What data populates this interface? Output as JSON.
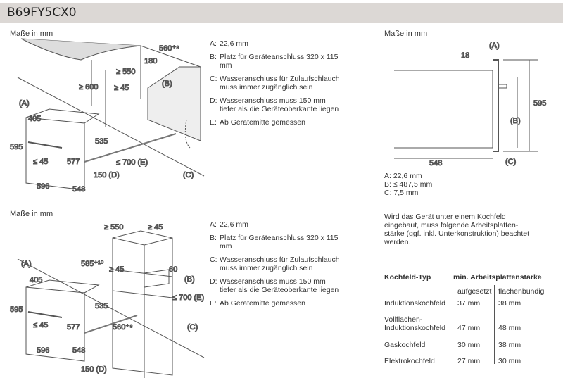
{
  "title": "B69FY5CX0",
  "top": {
    "unit_label": "Maße in mm",
    "dims": {
      "d560": "560⁺⁸",
      "d180": "180",
      "d550": "≥ 550",
      "d600": "≥ 600",
      "d45a": "≥ 45",
      "B": "(B)",
      "A": "(A)",
      "d405": "405",
      "d595": "595",
      "d45b": "≤ 45",
      "d577": "577",
      "d535": "535",
      "d700": "≤ 700 (E)",
      "d150": "150 (D)",
      "C": "(C)",
      "d596": "596",
      "d548": "548"
    },
    "notes": [
      {
        "k": "A:",
        "t": "22,6 mm"
      },
      {
        "k": "B:",
        "t": "Platz für Geräteanschluss 320 x 115 mm"
      },
      {
        "k": "C:",
        "t": "Wasseranschluss für Zulaufschlauch muss immer zugänglich sein"
      },
      {
        "k": "D:",
        "t": "Wasseranschluss muss 150 mm tiefer als die Geräteoberkante liegen"
      },
      {
        "k": "E:",
        "t": "Ab Gerätemitte gemessen"
      }
    ]
  },
  "bottom": {
    "unit_label": "Maße in mm",
    "dims": {
      "d550": "≥ 550",
      "d45a": "≥ 45",
      "d585": "585⁺¹⁰",
      "d45b": "≥ 45",
      "d60": "60",
      "B": "(B)",
      "d700": "≤ 700 (E)",
      "C": "(C)",
      "d560": "560⁺⁸",
      "d535": "535",
      "A": "(A)",
      "d405": "405",
      "d595": "595",
      "d45c": "≤ 45",
      "d577": "577",
      "d596": "596",
      "d548": "548",
      "d150": "150 (D)"
    },
    "notes": [
      {
        "k": "A:",
        "t": "22,6 mm"
      },
      {
        "k": "B:",
        "t": "Platz für Geräteanschluss 320 x 115 mm"
      },
      {
        "k": "C:",
        "t": "Wasseranschluss für Zulaufschlauch muss immer zugänglich sein"
      },
      {
        "k": "D:",
        "t": "Wasseranschluss muss 150 mm tiefer als die Geräteoberkante liegen"
      },
      {
        "k": "E:",
        "t": "Ab Gerätemitte gemessen"
      }
    ]
  },
  "side": {
    "unit_label": "Maße in mm",
    "dims": {
      "A": "(A)",
      "d18": "18",
      "d595": "595",
      "B": "(B)",
      "C": "(C)",
      "d548": "548"
    },
    "legend": [
      "A: 22,6 mm",
      "B: ≤ 487,5 mm",
      "C: 7,5 mm"
    ]
  },
  "info": "Wird das Gerät unter einem Kochfeld eingebaut, muss folgende Arbeitsplatten-stärke (ggf. inkl. Unterkonstruktion) beachtet werden.",
  "table": {
    "h1": "Kochfeld-Typ",
    "h2": "min. Arbeitsplattenstärke",
    "s1": "aufgesetzt",
    "s2": "flächenbündig",
    "rows": [
      {
        "type": "Induktionskochfeld",
        "a": "37 mm",
        "f": "38 mm"
      },
      {
        "type1": "Vollflächen-",
        "type": "Induktionskochfeld",
        "a": "47 mm",
        "f": "48 mm"
      },
      {
        "type": "Gaskochfeld",
        "a": "30 mm",
        "f": "38 mm"
      },
      {
        "type": "Elektrokochfeld",
        "a": "27 mm",
        "f": "30 mm"
      }
    ]
  }
}
